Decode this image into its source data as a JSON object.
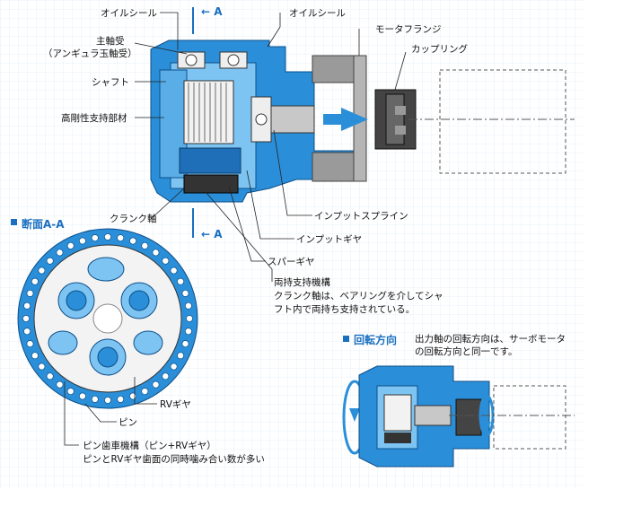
{
  "section_marker": "A",
  "labels": {
    "oil_seal_left": "オイルシール",
    "main_bearing_1": "主軸受",
    "main_bearing_2": "（アンギュラ玉軸受）",
    "shaft": "シャフト",
    "rigid_support": "高剛性支持部材",
    "crank_shaft": "クランク軸",
    "oil_seal_right": "オイルシール",
    "motor_flange": "モータフランジ",
    "coupling": "カップリング",
    "input_spline": "インプットスプライン",
    "input_gear": "インプットギヤ",
    "spur_gear": "スパーギヤ",
    "dual_support_title": "両持支持機構",
    "dual_support_desc1": "クランク軸は、ベアリングを介してシャ",
    "dual_support_desc2": "フト内で両持ち支持されている。",
    "rv_gear": "RVギヤ",
    "pin": "ピン",
    "pin_gear_title": "ピン歯車機構（ピン+RVギヤ）",
    "pin_gear_desc": "ピンとRVギヤ歯面の同時噛み合い数が多い"
  },
  "sections": {
    "section_aa_title": "断面A-A",
    "rotation_title": "回転方向",
    "rotation_desc1": "出力軸の回転方向は、サーボモータ",
    "rotation_desc2": "の回転方向と同一です。"
  },
  "colors": {
    "housing_blue": "#2a8fd8",
    "light_blue": "#7ec4f2",
    "accent_blue": "#1a6fc0",
    "grid": "#dbe8f5",
    "dark_part": "#333333",
    "grey_part": "#9a9a9a"
  }
}
